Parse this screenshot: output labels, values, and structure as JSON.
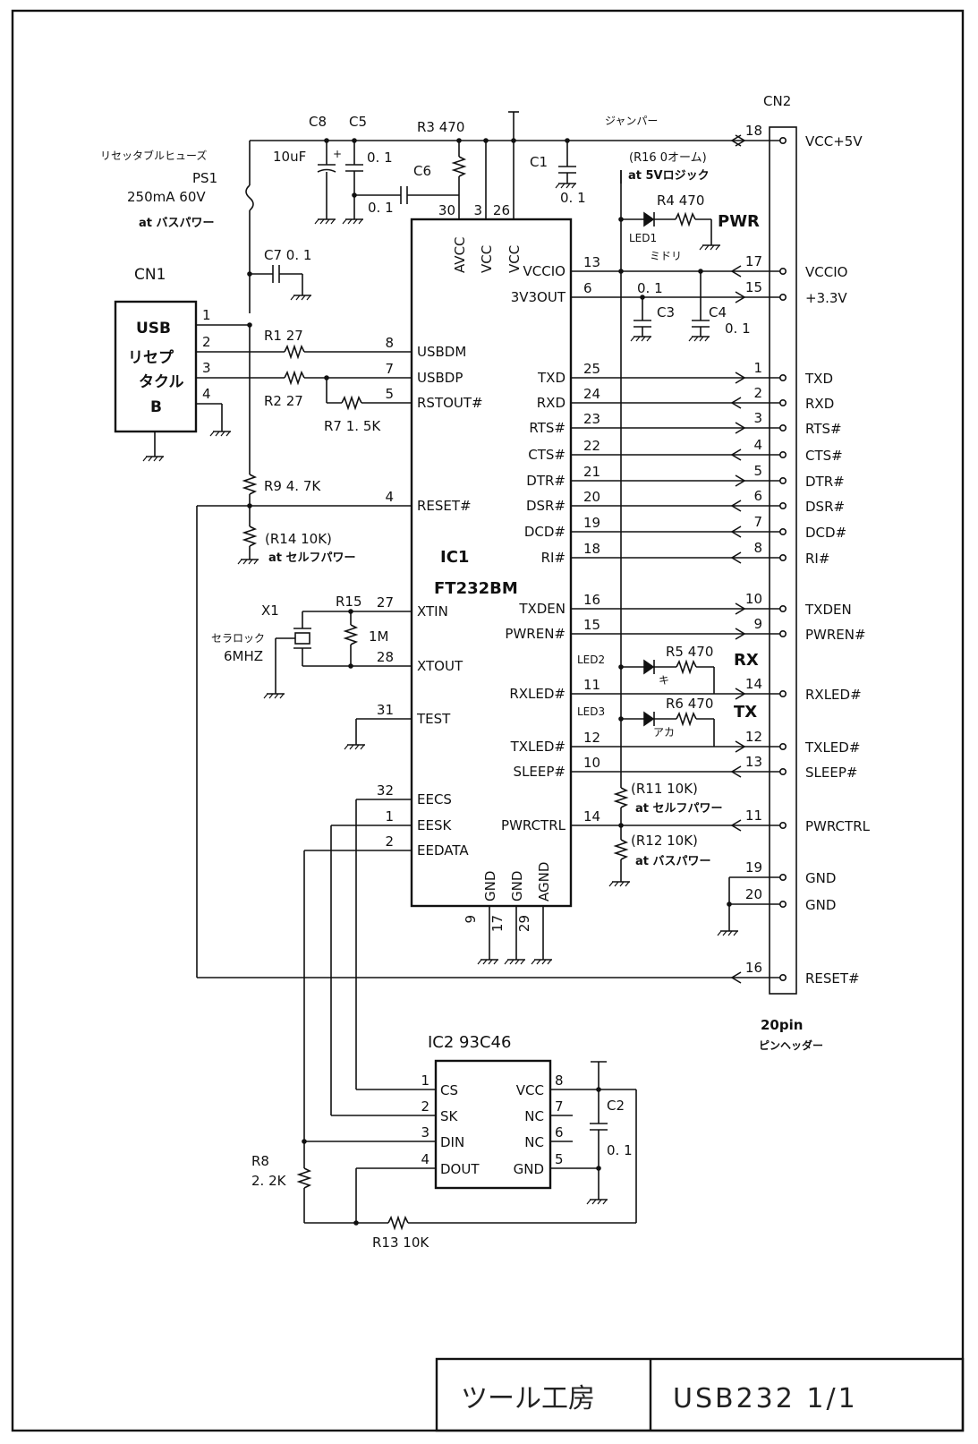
{
  "title_block": {
    "maker": "ツール工房",
    "drawing": "USB232 1/1"
  },
  "ic1": {
    "ref": "IC1",
    "part": "FT232BM",
    "left_pins": [
      {
        "num": "8",
        "name": "USBDM"
      },
      {
        "num": "7",
        "name": "USBDP"
      },
      {
        "num": "5",
        "name": "RSTOUT#"
      },
      {
        "num": "4",
        "name": "RESET#"
      },
      {
        "num": "27",
        "name": "XTIN"
      },
      {
        "num": "28",
        "name": "XTOUT"
      },
      {
        "num": "31",
        "name": "TEST"
      },
      {
        "num": "32",
        "name": "EECS"
      },
      {
        "num": "1",
        "name": "EESK"
      },
      {
        "num": "2",
        "name": "EEDATA"
      }
    ],
    "top_pins": [
      {
        "num": "30",
        "name": "AVCC"
      },
      {
        "num": "3",
        "name": "VCC"
      },
      {
        "num": "26",
        "name": "VCC"
      }
    ],
    "bottom_pins": [
      {
        "num": "9",
        "name": "GND"
      },
      {
        "num": "17",
        "name": "GND"
      },
      {
        "num": "29",
        "name": "AGND"
      }
    ],
    "right_pins": [
      {
        "num": "13",
        "name": "VCCIO"
      },
      {
        "num": "6",
        "name": "3V3OUT"
      },
      {
        "num": "25",
        "name": "TXD"
      },
      {
        "num": "24",
        "name": "RXD"
      },
      {
        "num": "23",
        "name": "RTS#"
      },
      {
        "num": "22",
        "name": "CTS#"
      },
      {
        "num": "21",
        "name": "DTR#"
      },
      {
        "num": "20",
        "name": "DSR#"
      },
      {
        "num": "19",
        "name": "DCD#"
      },
      {
        "num": "18",
        "name": "RI#"
      },
      {
        "num": "16",
        "name": "TXDEN"
      },
      {
        "num": "15",
        "name": "PWREN#"
      },
      {
        "num": "11",
        "name": "RXLED#"
      },
      {
        "num": "12",
        "name": "TXLED#"
      },
      {
        "num": "10",
        "name": "SLEEP#"
      },
      {
        "num": "14",
        "name": "PWRCTRL"
      }
    ]
  },
  "cn2": {
    "ref": "CN2",
    "desc": "20pin",
    "desc2": "ピンヘッダー",
    "pins": [
      {
        "num": "18",
        "name": "VCC+5V"
      },
      {
        "num": "17",
        "name": "VCCIO"
      },
      {
        "num": "15",
        "name": "+3.3V"
      },
      {
        "num": "1",
        "name": "TXD"
      },
      {
        "num": "2",
        "name": "RXD"
      },
      {
        "num": "3",
        "name": "RTS#"
      },
      {
        "num": "4",
        "name": "CTS#"
      },
      {
        "num": "5",
        "name": "DTR#"
      },
      {
        "num": "6",
        "name": "DSR#"
      },
      {
        "num": "7",
        "name": "DCD#"
      },
      {
        "num": "8",
        "name": "RI#"
      },
      {
        "num": "10",
        "name": "TXDEN"
      },
      {
        "num": "9",
        "name": "PWREN#"
      },
      {
        "num": "14",
        "name": "RXLED#"
      },
      {
        "num": "12",
        "name": "TXLED#"
      },
      {
        "num": "13",
        "name": "SLEEP#"
      },
      {
        "num": "11",
        "name": "PWRCTRL"
      },
      {
        "num": "19",
        "name": "GND"
      },
      {
        "num": "20",
        "name": "GND"
      },
      {
        "num": "16",
        "name": "RESET#"
      }
    ]
  },
  "cn1": {
    "ref": "CN1",
    "l1": "USB",
    "l2": "リセプ",
    "l3": "タクル",
    "l4": "B",
    "pins": [
      "1",
      "2",
      "3",
      "4"
    ]
  },
  "ic2": {
    "title": "IC2  93C46",
    "left_pins": [
      {
        "num": "1",
        "name": "CS"
      },
      {
        "num": "2",
        "name": "SK"
      },
      {
        "num": "3",
        "name": "DIN"
      },
      {
        "num": "4",
        "name": "DOUT"
      }
    ],
    "right_pins": [
      {
        "num": "8",
        "name": "VCC"
      },
      {
        "num": "7",
        "name": "NC"
      },
      {
        "num": "6",
        "name": "NC"
      },
      {
        "num": "5",
        "name": "GND"
      }
    ]
  },
  "labels": {
    "fuse_desc": "リセッタブルヒューズ",
    "ps1": "PS1",
    "ps1_val": "250mA  60V",
    "ps1_note": "at バスパワー",
    "c8": "C8",
    "c5": "C5",
    "r3": "R3  470",
    "c8_val": "10uF",
    "plus": "+",
    "c5_val": "0. 1",
    "c6": "C6",
    "c6_val": "0. 1",
    "c1": "C1",
    "c1_val": "0. 1",
    "jumper": "ジャンパー",
    "r16": "(R16  0オーム)",
    "r16_note": "at 5Vロジック",
    "r4": "R4  470",
    "pwr": "PWR",
    "led1": "LED1",
    "led1_color": "ミドリ",
    "c7": "C7  0. 1",
    "c3_val": "0. 1",
    "c3": "C3",
    "c4": "C4",
    "c4_val": "0. 1",
    "r1": "R1  27",
    "r2": "R2  27",
    "r7": "R7  1. 5K",
    "r9": "R9  4. 7K",
    "r14": "(R14  10K)",
    "r14_note": "at セルフパワー",
    "x1": "X1",
    "x1_desc": "セラロック",
    "x1_val": "6MHZ",
    "r15": "R15",
    "r15_val": "1M",
    "led2": "LED2",
    "r5": "R5  470",
    "rx": "RX",
    "led2_color": "キ",
    "led3": "LED3",
    "r6": "R6  470",
    "tx": "TX",
    "led3_color": "アカ",
    "r11": "(R11  10K)",
    "r11_note": "at セルフパワー",
    "r12": "(R12  10K)",
    "r12_note": "at バスパワー",
    "c2": "C2",
    "c2_val": "0. 1",
    "r8": "R8",
    "r8_val": "2. 2K",
    "r13": "R13  10K"
  }
}
